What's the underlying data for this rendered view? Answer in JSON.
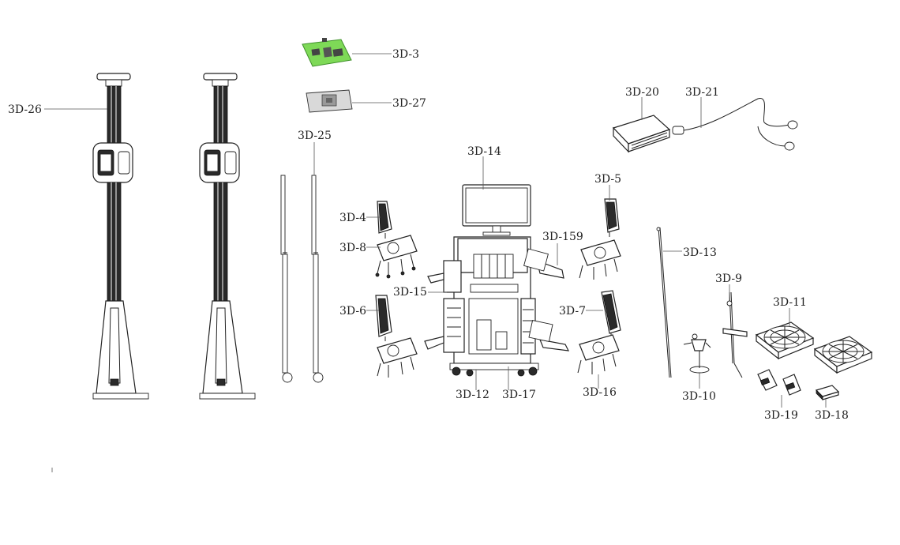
{
  "colors": {
    "ink": "#222222",
    "accent_green": "#7ed957",
    "panel_gray": "#d9d9d9"
  },
  "labels": {
    "p3d26": "3D-26",
    "p3d3": "3D-3",
    "p3d27": "3D-27",
    "p3d25": "3D-25",
    "p3d20": "3D-20",
    "p3d21": "3D-21",
    "p3d14": "3D-14",
    "p3d5": "3D-5",
    "p3d4": "3D-4",
    "p3d8": "3D-8",
    "p3d159": "3D-159",
    "p3d13": "3D-13",
    "p3d15": "3D-15",
    "p3d9": "3D-9",
    "p3d6": "3D-6",
    "p3d7": "3D-7",
    "p3d11": "3D-11",
    "p3d12": "3D-12",
    "p3d17": "3D-17",
    "p3d16": "3D-16",
    "p3d10": "3D-10",
    "p3d19": "3D-19",
    "p3d18": "3D-18"
  }
}
